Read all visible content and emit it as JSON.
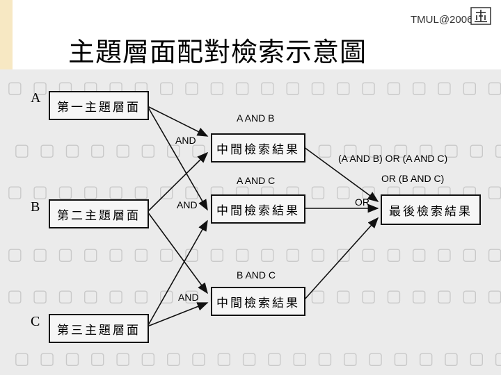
{
  "slide": {
    "title": "主題層面配對檢索示意圖",
    "brand": "TMUL@2006",
    "logo_icon": "library-logo-icon"
  },
  "diagram": {
    "inputs": [
      {
        "letter": "A",
        "label": "第一主題層面"
      },
      {
        "letter": "B",
        "label": "第二主題層面"
      },
      {
        "letter": "C",
        "label": "第三主題層面"
      }
    ],
    "intermediates": [
      {
        "label": "中間檢索結果",
        "combo": "A AND B",
        "op": "AND"
      },
      {
        "label": "中間檢索結果",
        "combo": "A AND C",
        "op": "AND"
      },
      {
        "label": "中間檢索結果",
        "combo": "B AND C",
        "op": "AND"
      }
    ],
    "final": {
      "label": "最後檢索結果",
      "expr_line1": "(A AND B) OR (A AND C)",
      "expr_line2": "OR (B AND C)",
      "op": "OR"
    }
  },
  "colors": {
    "header_accent": "#f7e8c3",
    "scan_bg": "#ebebeb",
    "ink": "#111111"
  }
}
